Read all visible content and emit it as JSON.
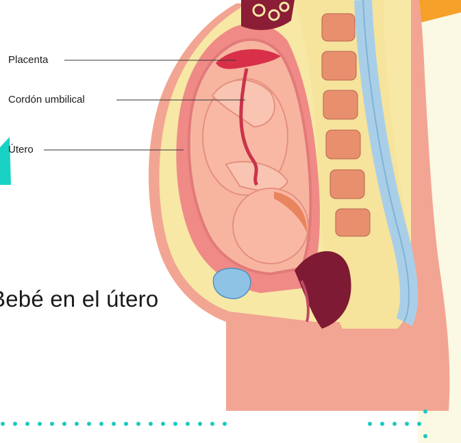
{
  "labels": {
    "placenta": "Placenta",
    "cord": "Cordón umbilical",
    "uterus": "Útero"
  },
  "caption": "Bebé en el útero",
  "colors": {
    "background": "#ffffff",
    "right_panel": "#fbf8e4",
    "accent_teal": "#19d2c4",
    "accent_orange": "#f5a12a",
    "dots_teal": "#19c9c0",
    "skin": "#f2a592",
    "fetus": "#f9b8a4",
    "placenta": "#d9304a",
    "fat_yellow": "#f7e8a6",
    "bone": "#e8906e",
    "csf_blue": "#a9cfe8",
    "bladder_blue": "#8fc3e6",
    "rectum": "#7e1a33"
  }
}
